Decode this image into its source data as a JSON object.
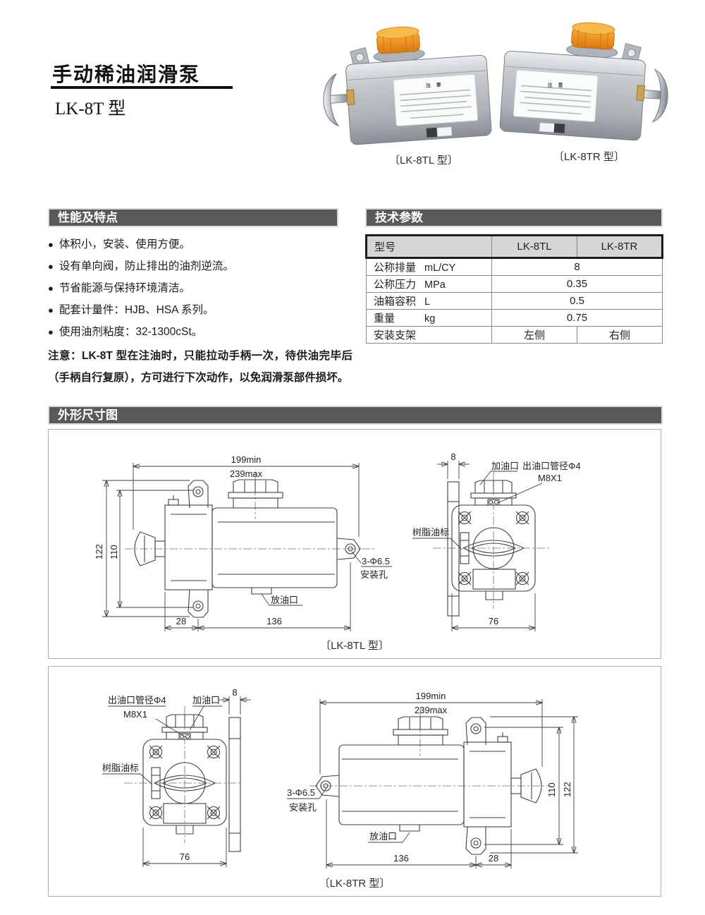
{
  "header": {
    "title": "手动稀油润滑泵",
    "model": "LK-8T 型"
  },
  "photos": {
    "left_caption": "〔LK-8TL 型〕",
    "right_caption": "〔LK-8TR 型〕",
    "plate_heading": "注 意"
  },
  "features": {
    "heading": "性能及特点",
    "bullet": "●",
    "items": [
      "体积小，安装、使用方便。",
      "设有单向阀，防止排出的油剂逆流。",
      "节省能源与保持环境清洁。",
      "配套计量件：HJB、HSA 系列。",
      "使用油剂粘度：32-1300cSt。"
    ],
    "note": "注意：LK-8T 型在注油时，只能拉动手柄一次，待供油完毕后（手柄自行复原），方可进行下次动作，以免润滑泵部件损坏。"
  },
  "specs": {
    "heading": "技术参数",
    "table": {
      "model_label": "型号",
      "models": [
        "LK-8TL",
        "LK-8TR"
      ],
      "rows": [
        {
          "name": "公称排量",
          "unit": "mL/CY",
          "value": "8"
        },
        {
          "name": "公称压力",
          "unit": "MPa",
          "value": "0.35"
        },
        {
          "name": "油箱容积",
          "unit": "L",
          "value": "0.5"
        },
        {
          "name": "重量",
          "unit": "kg",
          "value": "0.75"
        }
      ],
      "bracket": {
        "name": "安装支架",
        "left": "左侧",
        "right": "右侧"
      }
    }
  },
  "dims": {
    "heading": "外形尺寸图",
    "caption_l": "〔LK-8TL 型〕",
    "caption_r": "〔LK-8TR 型〕",
    "labels": {
      "len_min": "199min",
      "len_max": "239max",
      "h_outer": "122",
      "h_inner": "110",
      "w_bracket": "28",
      "w_body": "136",
      "w_flange": "76",
      "t_plate": "8",
      "hole_spec": "3-Φ6.5",
      "hole_name": "安装孔",
      "drain": "放油口",
      "fill": "加油口",
      "outlet": "出油口管径Φ4",
      "thread": "M8X1",
      "gauge": "树脂油标"
    }
  }
}
